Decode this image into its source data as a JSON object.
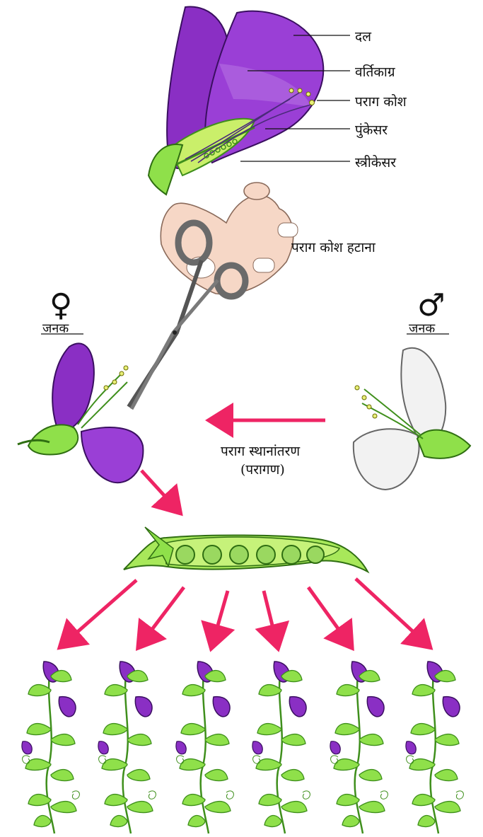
{
  "labels": {
    "petal": "दल",
    "stigma": "वर्तिकाग्र",
    "anther": "पराग कोश",
    "stamen": "पुंकेसर",
    "pistil": "स्त्रीकेसर",
    "emasculation": "पराग कोश हटाना",
    "female_parent": "जनक",
    "male_parent": "जनक",
    "pollen_transfer": "पराग स्थानांतरण",
    "pollination": "(परागण)"
  },
  "symbols": {
    "female": "♀",
    "male": "♂"
  },
  "colors": {
    "purple_petal": "#8a2fc4",
    "purple_dark": "#5e1a94",
    "green_sepal": "#8fe04a",
    "green_dark": "#3f8f1c",
    "arrow_red": "#ee2464",
    "white_petal": "#f2f2f2",
    "skin": "#f6d7c6"
  },
  "offspring_count": 6
}
